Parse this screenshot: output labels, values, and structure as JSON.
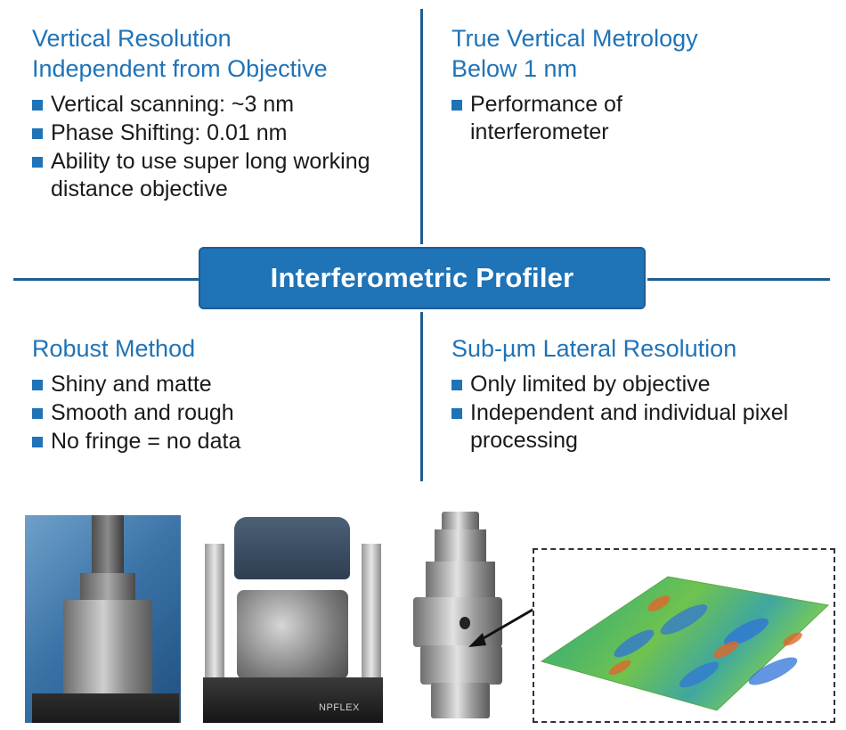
{
  "center": {
    "label": "Interferometric Profiler"
  },
  "quadrants": {
    "top_left": {
      "title_lines": [
        "Vertical Resolution",
        "Independent from Objective"
      ],
      "bullets": [
        "Vertical scanning: ~3 nm",
        "Phase Shifting: 0.01 nm",
        "Ability to use super long working distance objective"
      ]
    },
    "top_right": {
      "title_lines": [
        "True Vertical Metrology",
        "Below 1 nm"
      ],
      "bullets": [
        "Performance of interferometer"
      ]
    },
    "bottom_left": {
      "title_lines": [
        "Robust Method"
      ],
      "bullets": [
        "Shiny and matte",
        "Smooth and rough",
        "No fringe = no data"
      ]
    },
    "bottom_right": {
      "title_lines": [
        "Sub-µm Lateral Resolution"
      ],
      "bullets": [
        "Only limited by objective",
        "Independent and individual pixel processing"
      ]
    }
  },
  "photos": {
    "instrument_brand": "NPFLEX"
  },
  "colors": {
    "accent": "#1f73b7",
    "divider": "#1d5f8f"
  }
}
